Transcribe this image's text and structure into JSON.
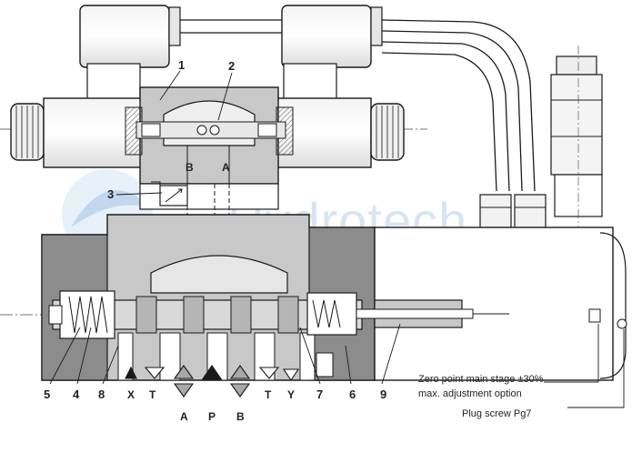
{
  "watermark": "Hydrotech",
  "callouts": {
    "c1": "1",
    "c2": "2",
    "c3": "3",
    "c4": "4",
    "c5": "5",
    "c6": "6",
    "c7": "7",
    "c8": "8",
    "c9": "9"
  },
  "pilot_ports": {
    "b": "B",
    "a": "A"
  },
  "bottom_ports": [
    "X",
    "T",
    "A",
    "P",
    "B",
    "T",
    "Y"
  ],
  "notes": {
    "zero_point_line1": "Zero point main stage ±30%",
    "zero_point_line2": "max. adjustment option",
    "plug_screw": "Plug screw Pg7"
  },
  "colors": {
    "body_gray": "#c8c8c8",
    "dark_gray": "#8c8c8c",
    "spool_gray": "#d9d9d9",
    "line": "#1a1a1a",
    "watermark_blue": "#7fb0dc"
  }
}
